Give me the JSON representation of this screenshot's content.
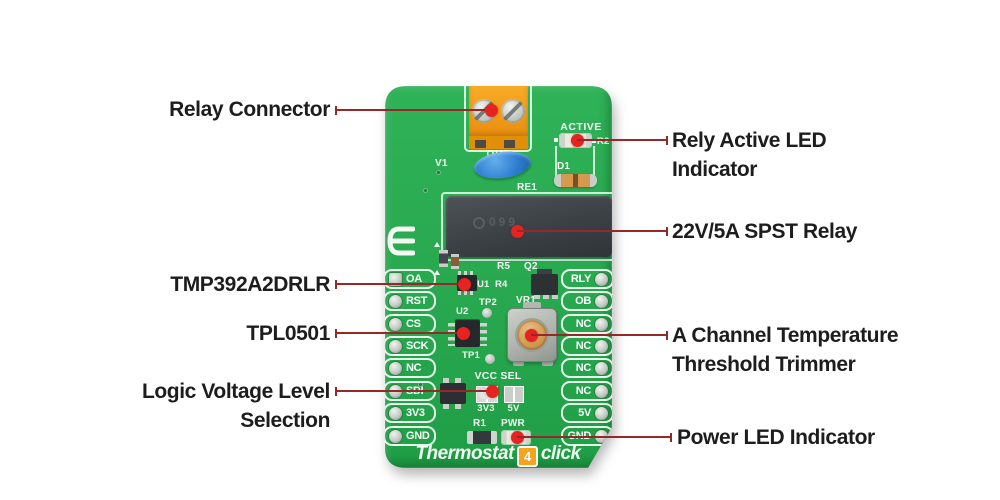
{
  "callouts": {
    "left": [
      {
        "lines": [
          "Relay Connector"
        ]
      },
      {
        "lines": [
          "TMP392A2DRLR"
        ]
      },
      {
        "lines": [
          "TPL0501"
        ]
      },
      {
        "lines": [
          "Logic Voltage Level",
          "Selection"
        ]
      }
    ],
    "right": [
      {
        "lines": [
          "Rely Active LED",
          "Indicator"
        ]
      },
      {
        "lines": [
          "22V/5A SPST Relay"
        ]
      },
      {
        "lines": [
          "A Channel Temperature",
          "Threshold Trimmer"
        ]
      },
      {
        "lines": [
          "Power LED Indicator"
        ]
      }
    ]
  },
  "board": {
    "left_pins": [
      "OA",
      "RST",
      "CS",
      "SCK",
      "NC",
      "SDI",
      "3V3",
      "GND"
    ],
    "right_pins": [
      "RLY",
      "OB",
      "NC",
      "NC",
      "NC",
      "NC",
      "5V",
      "GND"
    ],
    "silkscreen": {
      "out": "OUT",
      "v1": "V1",
      "active": "ACTIVE",
      "r2": "R2",
      "d1": "D1",
      "re1": "RE1",
      "r5": "R5",
      "q2": "Q2",
      "u1": "U1",
      "r4": "R4",
      "tp2": "TP2",
      "vr1": "VR1",
      "u2": "U2",
      "tp1": "TP1",
      "vcc_sel": "VCC SEL",
      "sel_3v3": "3V3",
      "sel_5v": "5V",
      "r1": "R1",
      "pwr": "PWR"
    },
    "relay_marking": "099",
    "product": {
      "name": "Thermostat",
      "number": "4",
      "suffix": "click"
    }
  },
  "colors": {
    "board_green": "#28a84f",
    "connector_orange": "#f6a11c",
    "callout_line": "#97282a",
    "callout_dot": "#e52421",
    "label_text": "#1d1d1d",
    "silkscreen_white": "#f4fbf4"
  }
}
